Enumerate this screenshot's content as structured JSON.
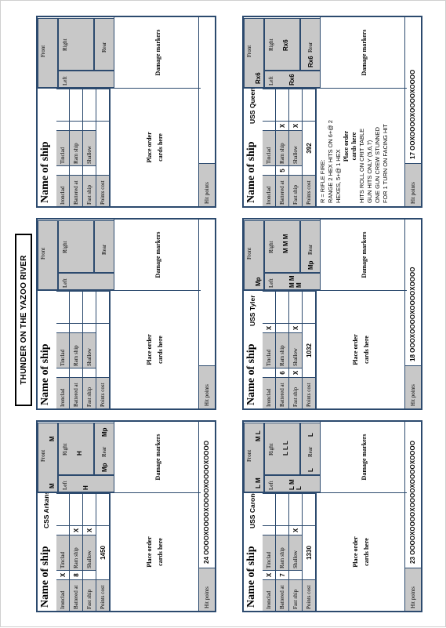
{
  "title": "THUNDER ON THE YAZOO RIVER",
  "labels": {
    "name_of_ship": "Name of ship",
    "ironclad": "Ironclad",
    "timberclad": "Tinclad",
    "battered_at": "Battered at",
    "ram_ship": "Ram ship",
    "fast_ship": "Fast ship",
    "shallow": "Shallow",
    "points_cost": "Points cost",
    "place_order_1": "Place order",
    "place_order_2": "cards here",
    "hit_points": "Hit points",
    "front": "Front",
    "left": "Left",
    "right": "Right",
    "rear": "Rear",
    "damage_markers": "Damage markers"
  },
  "cards": [
    {
      "name": "CSS Arkansas",
      "ironclad": "X",
      "timberclad": "",
      "battered": "8",
      "ram": "X",
      "fast": "",
      "shallow": "X",
      "points": "1450",
      "hits": "24 OOOOXOOOOXOOOOXOOOOXOOOO",
      "front": "M",
      "front_mark": "M",
      "left_marks": "H",
      "right_marks": "H",
      "rear_left": "Mp",
      "rear_right": "Mp",
      "notes": []
    },
    {
      "name": "USS Carondelet",
      "ironclad": "X",
      "timberclad": "",
      "battered": "7",
      "ram": "",
      "fast": "",
      "shallow": "X",
      "points": "1330",
      "hits": "23 OOOOXOOOOXOOOOXOOOOXOOOO",
      "front": "L M",
      "front_mark": "M L",
      "left_marks": "L M L",
      "right_marks": "L L L",
      "rear_left": "L",
      "rear_right": "L",
      "notes": []
    },
    {
      "name": "",
      "ironclad": "",
      "timberclad": "",
      "battered": "",
      "ram": "",
      "fast": "",
      "shallow": "",
      "points": "",
      "hits": "",
      "front": "",
      "front_mark": "",
      "left_marks": "",
      "right_marks": "",
      "rear_left": "",
      "rear_right": "",
      "notes": []
    },
    {
      "name": "USS Tyler",
      "ironclad": "",
      "timberclad": "X",
      "battered": "6",
      "ram": "",
      "fast": "X",
      "shallow": "X",
      "points": "1032",
      "hits": "18 OOOXOOOOXOOOOXOOOO",
      "front": "Mp",
      "front_mark": "",
      "left_marks": "M M M",
      "right_marks": "M M M",
      "rear_left": "Mp",
      "rear_right": "",
      "notes": []
    },
    {
      "name": "",
      "ironclad": "",
      "timberclad": "",
      "battered": "",
      "ram": "",
      "fast": "",
      "shallow": "",
      "points": "",
      "hits": "",
      "front": "",
      "front_mark": "",
      "left_marks": "",
      "right_marks": "",
      "rear_left": "",
      "rear_right": "",
      "notes": []
    },
    {
      "name": "USS Queen of the West",
      "ironclad": "",
      "timberclad": "",
      "battered": "5",
      "ram": "X",
      "fast": "",
      "shallow": "X",
      "points": "392",
      "hits": "17 OOXOOOOXOOOOXOOOO",
      "front": "Rx6",
      "front_mark": "",
      "left_marks": "Rx6",
      "right_marks": "Rx6",
      "rear_left": "Rx6",
      "rear_right": "",
      "notes": [
        "R = RIFLE FIRE:",
        "RANGE 2 HEX HITS ON 6+@ 2",
        "HEXES, 5+@ 1 HEX",
        "HITS ROLL ON CRIT TABLE",
        "GUN HITS ONLY (5,6,7)",
        "ONE GUN CREW STUNNED",
        "FOR 1 TURN ON FACING HIT"
      ]
    }
  ]
}
